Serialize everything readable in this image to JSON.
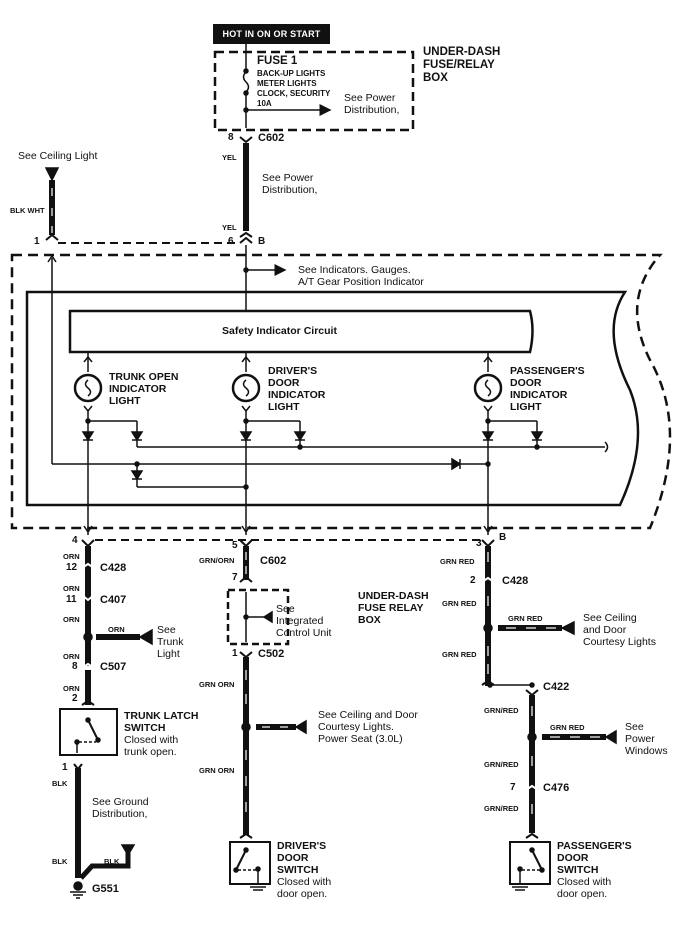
{
  "power_source": {
    "hot_label": "HOT IN ON OR START",
    "fuse_box_label": "UNDER-DASH\nFUSE/RELAY\nBOX",
    "fuse_name": "FUSE 1",
    "fuse_circuits": "BACK-UP LIGHTS\nMETER LIGHTS\nCLOCK, SECURITY\n10A",
    "fuse_ref": "See Power\nDistribution,"
  },
  "top_wiring": {
    "c602_pin_top": "8",
    "c602_label": "C602",
    "wire_yel_upper": "YEL",
    "wire_yel_lower": "YEL",
    "power_dist_ref": "See Power\nDistribution,",
    "ceiling_light_ref": "See Ceiling Light",
    "wire_blk_wht": "BLK WHT",
    "pin_left": "1",
    "pin_center": "6",
    "pin_b_top": "B"
  },
  "gauge_assembly": {
    "indicators_ref": "See Indicators. Gauges.\nA/T Gear Position Indicator",
    "circuit_label": "Safety Indicator Circuit",
    "lights": [
      {
        "label": "TRUNK OPEN\nINDICATOR\nLIGHT"
      },
      {
        "label": "DRIVER'S\nDOOR\nINDICATOR\nLIGHT"
      },
      {
        "label": "PASSENGER'S\nDOOR\nINDICATOR\nLIGHT"
      }
    ]
  },
  "trunk_branch": {
    "pin_4": "4",
    "wire_1": "ORN",
    "c428_pin": "12",
    "c428": "C428",
    "wire_2": "ORN",
    "c407_pin": "11",
    "c407": "C407",
    "wire_3": "ORN",
    "trunk_light_wire": "ORN",
    "trunk_light_ref": "See\nTrunk\nLight",
    "wire_4": "ORN",
    "c507_pin": "8",
    "c507": "C507",
    "wire_5": "ORN",
    "switch_pin_top": "2",
    "switch_label": "TRUNK LATCH\nSWITCH",
    "switch_desc": "Closed with\ntrunk open.",
    "switch_pin_bottom": "1",
    "wire_blk_1": "BLK",
    "ground_ref": "See Ground\nDistribution,",
    "wire_blk_2": "BLK",
    "wire_blk_3": "BLK",
    "ground": "G551"
  },
  "driver_branch": {
    "pin_5": "5",
    "wire_1": "GRN/ORN",
    "c602": "C602",
    "pin_7": "7",
    "fuse_box_label": "UNDER-DASH\nFUSE RELAY\nBOX",
    "icu_ref": "See\nIntegrated\nControl Unit",
    "pin_1": "1",
    "c502": "C502",
    "wire_2": "GRN ORN",
    "courtesy_ref": "See Ceiling and Door\nCourtesy Lights.\nPower Seat (3.0L)",
    "wire_3": "GRN ORN",
    "switch_label": "DRIVER'S\nDOOR\nSWITCH",
    "switch_desc": "Closed with\ndoor open."
  },
  "passenger_branch": {
    "pin_3": "3",
    "pin_b": "B",
    "wire_1": "GRN RED",
    "c428_pin": "2",
    "c428": "C428",
    "wire_2": "GRN RED",
    "courtesy_wire": "GRN RED",
    "courtesy_ref": "See Ceiling\nand Door\nCourtesy Lights",
    "wire_3": "GRN RED",
    "c422": "C422",
    "wire_4": "GRN/RED",
    "windows_wire": "GRN RED",
    "windows_ref": "See\nPower\nWindows",
    "wire_5": "GRN/RED",
    "c476_pin": "7",
    "c476": "C476",
    "wire_6": "GRN/RED",
    "switch_label": "PASSENGER'S\nDOOR\nSWITCH",
    "switch_desc": "Closed with\ndoor open."
  }
}
